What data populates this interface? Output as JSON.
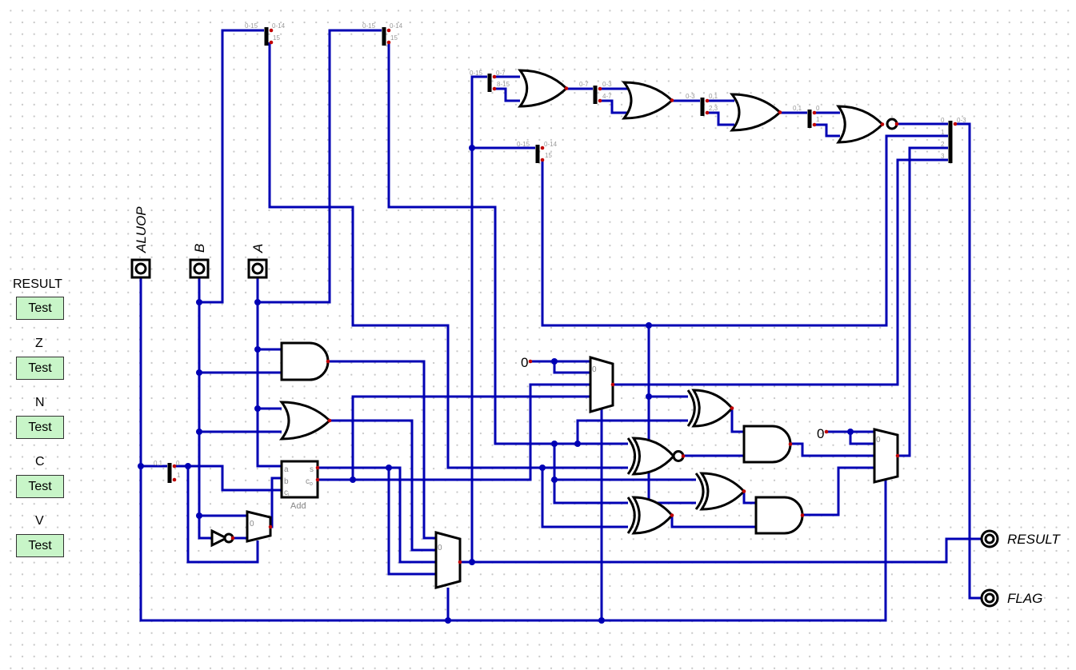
{
  "test_panel": [
    {
      "label": "RESULT",
      "button": "Test"
    },
    {
      "label": "Z",
      "button": "Test"
    },
    {
      "label": "N",
      "button": "Test"
    },
    {
      "label": "C",
      "button": "Test"
    },
    {
      "label": "V",
      "button": "Test"
    }
  ],
  "inputs": {
    "aluop": "ALUOP",
    "b": "B",
    "a": "A"
  },
  "outputs": {
    "result": "RESULT",
    "flag": "FLAG"
  },
  "splitters": {
    "in": "0-15",
    "out_low": "0-14",
    "out_high": "15",
    "s3_out0": "0-7",
    "s3_out1": "8-15",
    "s4_in": "0-7",
    "s4_out0": "0-3",
    "s4_out1": "4-7",
    "s5_in": "0-3",
    "s5_out0": "0,1",
    "s5_out1": "2,3",
    "s6_in": "0,1",
    "s6_out0": "0",
    "s6_out1": "1",
    "op_in": "0,1",
    "op_out0": "0",
    "op_out1": "1",
    "merge_in": [
      "0",
      "1",
      "2",
      "3"
    ],
    "merge_out": "0-3"
  },
  "adder": {
    "a": "a",
    "b": "b",
    "ci": "c",
    "ci_sub": "i",
    "s": "s",
    "co": "c",
    "co_sub": "o",
    "title": "Add"
  },
  "mux_label": "0",
  "constants": [
    "0",
    "0"
  ],
  "colors": {
    "wire": "#0000b4",
    "pin": "#c00000",
    "gate": "#000000",
    "button": "#c8f5c8"
  }
}
